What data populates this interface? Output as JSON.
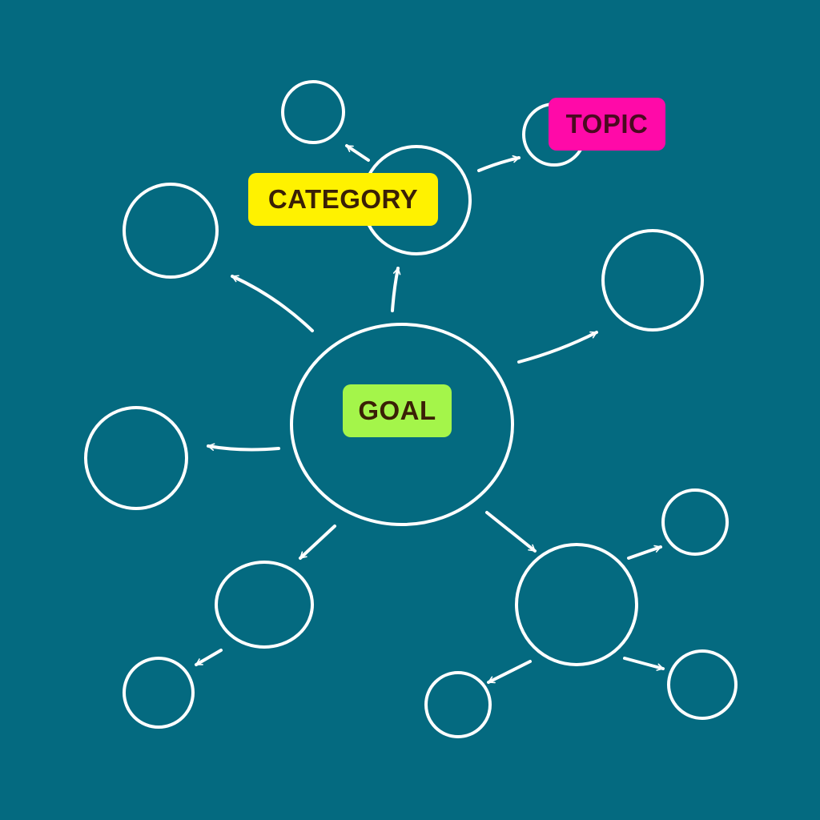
{
  "colors": {
    "background": "#046a80",
    "category": "#fff200",
    "topic": "#ff0aa8",
    "goal": "#a4f54a",
    "stroke": "#ffffff"
  },
  "labels": {
    "category": "CATEGORY",
    "topic": "TOPIC",
    "goal": "GOAL"
  }
}
